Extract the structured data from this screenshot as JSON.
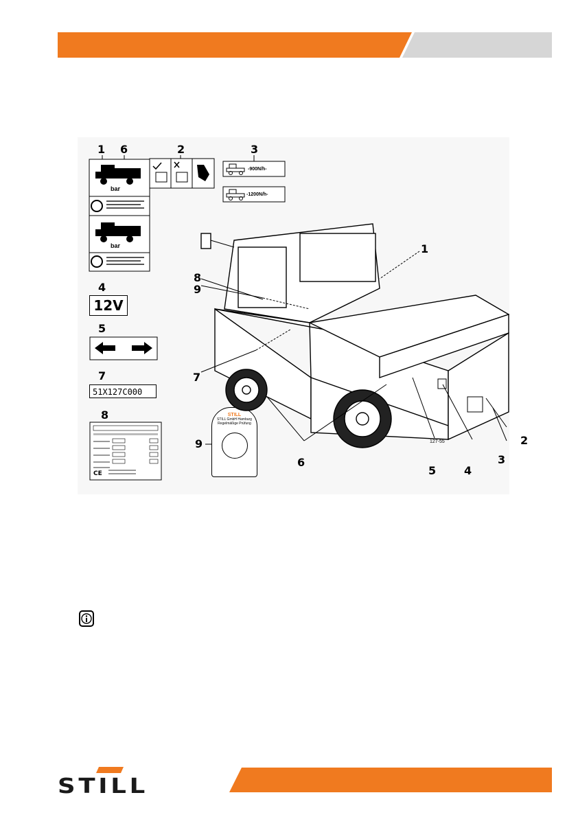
{
  "header": {
    "accent_color": "#f07a1f",
    "gray_color": "#d6d6d6"
  },
  "footer": {
    "logo_text": "STILL",
    "accent_color": "#f07a1f"
  },
  "figure": {
    "callouts": {
      "top_1": "1",
      "top_6": "6",
      "top_2": "2",
      "top_3": "3",
      "n4": "4",
      "n5": "5",
      "n7": "7",
      "n8": "8",
      "n9": "9",
      "truck_1": "1",
      "truck_8": "8",
      "truck_9": "9",
      "truck_7": "7",
      "truck_6": "6",
      "truck_5": "5",
      "truck_4": "4",
      "truck_3": "3",
      "truck_2": "2"
    },
    "decal_bar_top": "bar",
    "decal_bar_bottom": "bar",
    "decal_pull_900": "-900N/h-",
    "decal_pull_1200": "-1200N/h-",
    "voltage": "12V",
    "serial": "51X127C000",
    "inspection_brand": "STILL",
    "inspection_company": "STILL GmbH Hamburg",
    "inspection_title": "Regelmäßige Prüfung",
    "drawing_number": "127-55"
  },
  "info_icon": "info-icon"
}
